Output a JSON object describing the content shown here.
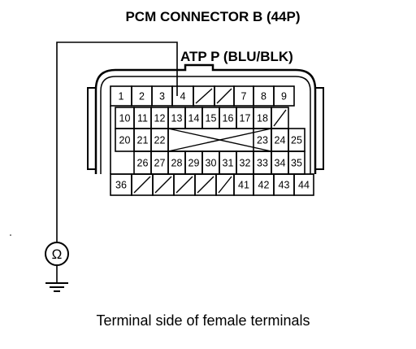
{
  "title": "PCM CONNECTOR B (44P)",
  "probe_label": "ATP P (BLU/BLK)",
  "caption": "Terminal side of female terminals",
  "meter_symbol": "Ω",
  "pins": [
    "1",
    "2",
    "3",
    "4",
    "7",
    "8",
    "9",
    "10",
    "11",
    "12",
    "13",
    "14",
    "15",
    "16",
    "17",
    "18",
    "20",
    "21",
    "22",
    "23",
    "24",
    "25",
    "26",
    "27",
    "28",
    "29",
    "30",
    "31",
    "32",
    "33",
    "34",
    "35",
    "36",
    "41",
    "42",
    "43",
    "44"
  ],
  "colors": {
    "line": "#000000",
    "background": "#ffffff"
  }
}
